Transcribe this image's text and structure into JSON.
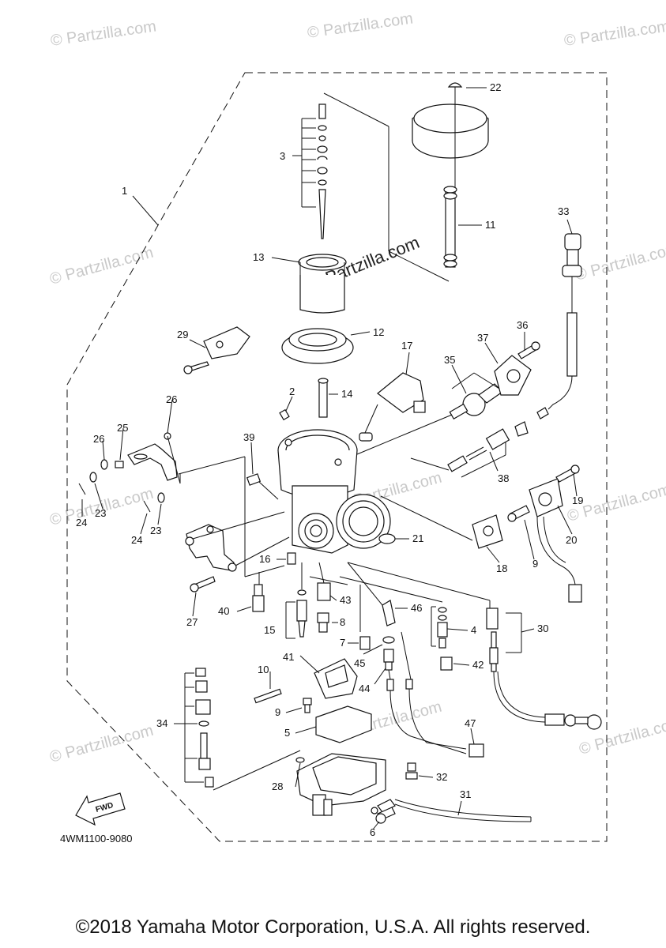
{
  "watermark": "© Partzilla.com",
  "watermark_center": "© Partzilla.com",
  "part_number": "4WM1100-9080",
  "fwd_label": "FWD",
  "copyright": "©2018 Yamaha Motor Corporation, U.S.A. All rights reserved.",
  "callouts": {
    "c1": "1",
    "c2": "2",
    "c3": "3",
    "c4": "4",
    "c5": "5",
    "c6": "6",
    "c7": "7",
    "c8": "8",
    "c9a": "9",
    "c9b": "9",
    "c10": "10",
    "c11": "11",
    "c12": "12",
    "c13": "13",
    "c14": "14",
    "c15": "15",
    "c16": "16",
    "c17": "17",
    "c18": "18",
    "c19": "19",
    "c20": "20",
    "c21": "21",
    "c22": "22",
    "c23a": "23",
    "c23b": "23",
    "c24a": "24",
    "c24b": "24",
    "c25": "25",
    "c26a": "26",
    "c26b": "26",
    "c27": "27",
    "c28": "28",
    "c29": "29",
    "c30": "30",
    "c31": "31",
    "c32": "32",
    "c33": "33",
    "c34": "34",
    "c35": "35",
    "c36": "36",
    "c37": "37",
    "c38": "38",
    "c39": "39",
    "c40": "40",
    "c41": "41",
    "c42": "42",
    "c43": "43",
    "c44": "44",
    "c45": "45",
    "c46": "46",
    "c47": "47"
  }
}
